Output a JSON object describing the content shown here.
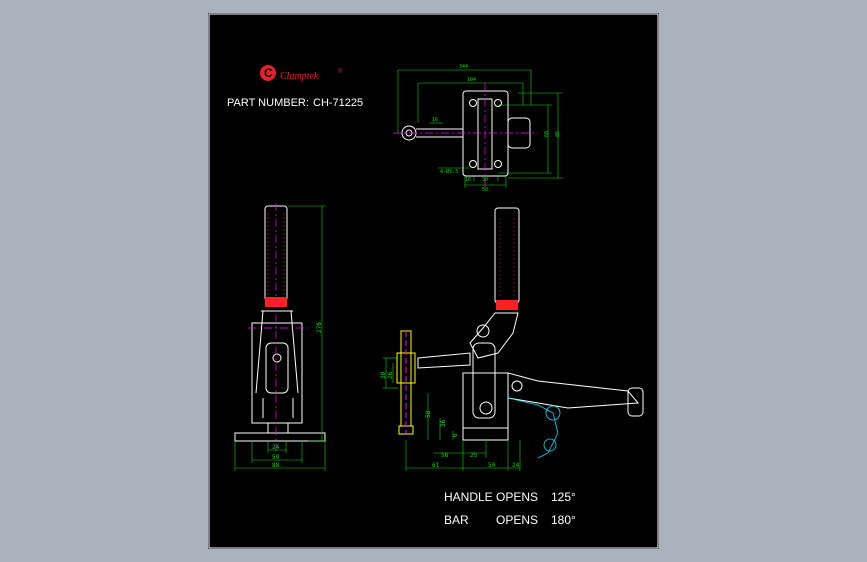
{
  "brand": {
    "logo_letter": "C",
    "name": "Clamptek",
    "mark": "®",
    "accent": "#e8202a"
  },
  "part": {
    "label": "PART NUMBER:",
    "number": "CH-71225"
  },
  "specs": [
    {
      "label": "HANDLE",
      "word": "OPENS",
      "value": "125°"
    },
    {
      "label": "BAR",
      "word": "OPENS",
      "value": "180°"
    }
  ],
  "top_view_dims": {
    "overall": "344",
    "inner": "104",
    "h1": "60",
    "h2": "86",
    "small": "16",
    "holes": "4-Ø9.3",
    "b1": "16",
    "b2": "30",
    "b3": "50"
  },
  "front_view_dims": {
    "height": "276",
    "w1": "24",
    "w2": "59",
    "w3": "88"
  },
  "side_view_dims": {
    "d1": "30",
    "d2": "26",
    "d3": "58",
    "d4": "36",
    "d5": "6",
    "b1": "58",
    "b2": "25",
    "b3": "61",
    "b4": "50",
    "b5": "24"
  },
  "colors": {
    "frame": "#ffffff",
    "line": "#ffffff",
    "dim": "#00e000",
    "center": "#ff00ff",
    "hatch": "#ff2020",
    "spindle": "#ffff00",
    "link": "#00e0ff"
  }
}
